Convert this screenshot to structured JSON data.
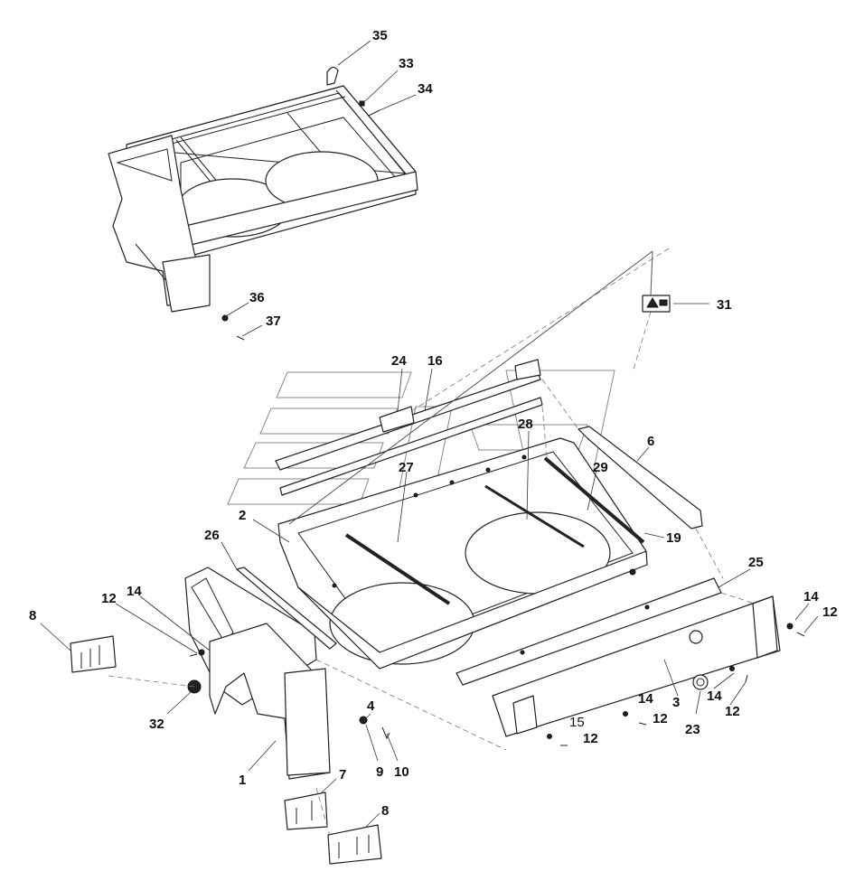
{
  "callouts": {
    "c35": "35",
    "c33": "33",
    "c34": "34",
    "c36": "36",
    "c37": "37",
    "c31": "31",
    "c24": "24",
    "c16": "16",
    "c28": "28",
    "c6": "6",
    "c27": "27",
    "c29": "29",
    "c2": "2",
    "c19": "19",
    "c26": "26",
    "c25": "25",
    "c12a": "12",
    "c14a": "14",
    "c8a": "8",
    "c14b": "14",
    "c12b": "12",
    "c4": "4",
    "c9": "9",
    "c10": "10",
    "c32": "32",
    "c1": "1",
    "c7": "7",
    "c8b": "8",
    "c14c": "14",
    "c3": "3",
    "c14d": "14",
    "c12c": "12",
    "c15": "15",
    "c12d": "12",
    "c23": "23",
    "c12e": "12"
  }
}
